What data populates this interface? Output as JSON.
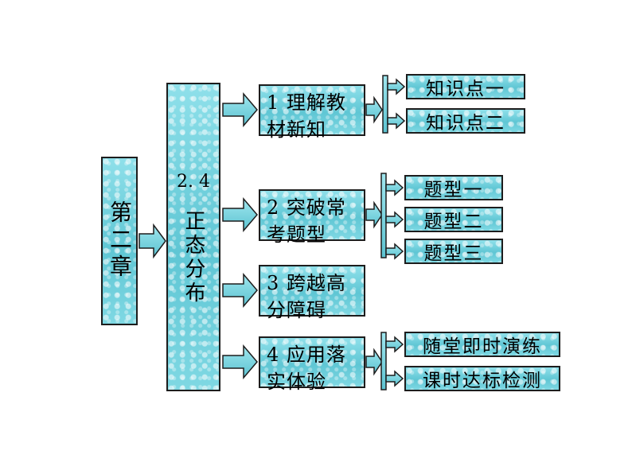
{
  "chapter": "第二章",
  "section": {
    "number": "2. 4",
    "title": "正态分布"
  },
  "parts": [
    {
      "line1": "1  理解教",
      "line2": "材新知",
      "subs": [
        "知识点一",
        "知识点二"
      ]
    },
    {
      "line1": "2  突破常",
      "line2": "考题型",
      "subs": [
        "题型一",
        "题型二",
        "题型三"
      ]
    },
    {
      "line1": "3  跨越高",
      "line2": "分障碍",
      "subs": []
    },
    {
      "line1": "4  应用落",
      "line2": "实体验",
      "subs": [
        "随堂即时演练",
        "课时达标检测"
      ]
    }
  ],
  "colors": {
    "box_fill": "#6fcfdc",
    "border": "#1d1d1d"
  }
}
